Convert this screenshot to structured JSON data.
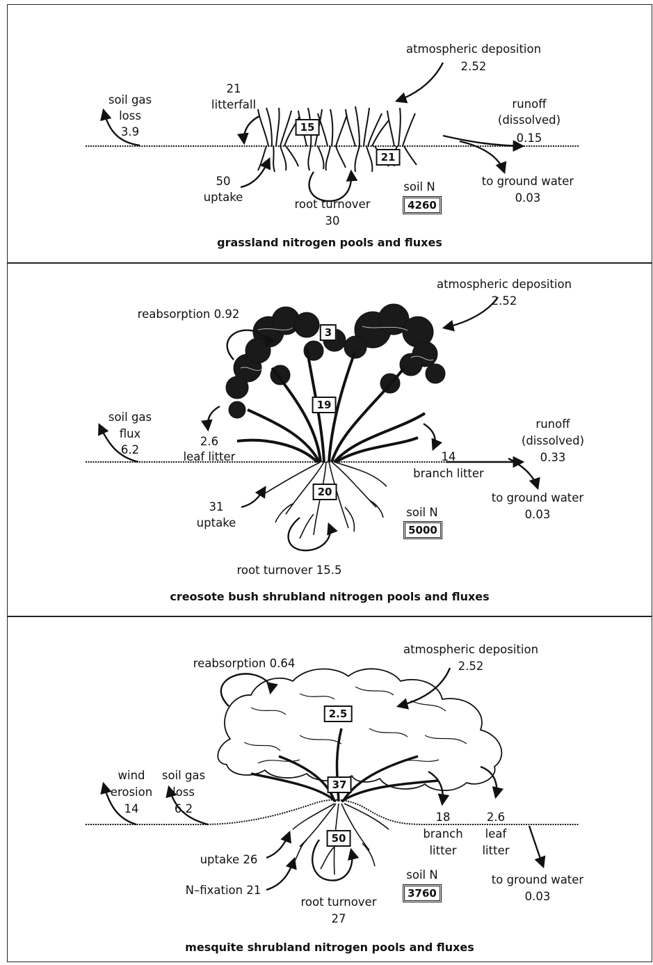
{
  "grassland": {
    "caption": "grassland nitrogen pools and fluxes",
    "atm_dep_label": "atmospheric deposition",
    "atm_dep_value": "2.52",
    "litterfall_value": "21",
    "litterfall_label": "litterfall",
    "soil_gas_label_1": "soil gas",
    "soil_gas_label_2": "loss",
    "soil_gas_value": "3.9",
    "runoff_label_1": "runoff",
    "runoff_label_2": "(dissolved)",
    "runoff_value": "0.15",
    "ground_water_label": "to ground water",
    "ground_water_value": "0.03",
    "uptake_value": "50",
    "uptake_label": "uptake",
    "root_turnover_label": "root turnover",
    "root_turnover_value": "30",
    "soil_n_label": "soil N",
    "soil_n_value": "4260",
    "pool_above": "15",
    "pool_root": "21"
  },
  "creosote": {
    "caption": "creosote bush shrubland nitrogen pools and fluxes",
    "atm_dep_label": "atmospheric deposition",
    "atm_dep_value": "2.52",
    "reabsorption": "reabsorption 0.92",
    "soil_gas_label_1": "soil gas",
    "soil_gas_label_2": "flux",
    "soil_gas_value": "6.2",
    "leaf_litter_value": "2.6",
    "leaf_litter_label": "leaf litter",
    "branch_litter_value": "14",
    "branch_litter_label": "branch litter",
    "runoff_label_1": "runoff",
    "runoff_label_2": "(dissolved)",
    "runoff_value": "0.33",
    "ground_water_label": "to ground water",
    "ground_water_value": "0.03",
    "uptake_value": "31",
    "uptake_label": "uptake",
    "root_turnover": "root turnover 15.5",
    "soil_n_label": "soil N",
    "soil_n_value": "5000",
    "pool_leaf": "3",
    "pool_stem": "19",
    "pool_root": "20"
  },
  "mesquite": {
    "caption": "mesquite shrubland nitrogen pools and fluxes",
    "atm_dep_label": "atmospheric deposition",
    "atm_dep_value": "2.52",
    "reabsorption": "reabsorption 0.64",
    "wind_label_1": "wind",
    "wind_label_2": "erosion",
    "wind_value": "14",
    "soil_gas_label_1": "soil gas",
    "soil_gas_label_2": "loss",
    "soil_gas_value": "6.2",
    "branch_litter_value": "18",
    "branch_litter_label_1": "branch",
    "branch_litter_label_2": "litter",
    "leaf_litter_value": "2.6",
    "leaf_litter_label_1": "leaf",
    "leaf_litter_label_2": "litter",
    "ground_water_label": "to ground water",
    "ground_water_value": "0.03",
    "uptake": "uptake 26",
    "n_fixation": "N–fixation 21",
    "root_turnover_label": "root turnover",
    "root_turnover_value": "27",
    "soil_n_label": "soil N",
    "soil_n_value": "3760",
    "pool_leaf": "2.5",
    "pool_stem": "37",
    "pool_root": "50"
  }
}
